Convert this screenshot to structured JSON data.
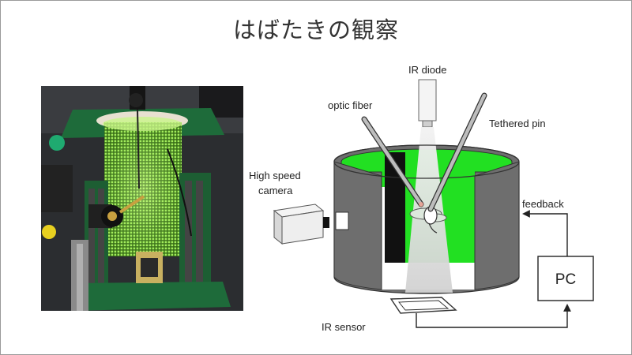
{
  "slide": {
    "title": "はばたきの観察"
  },
  "diagram": {
    "labels": {
      "ir_diode": "IR diode",
      "optic_fiber": "optic fiber",
      "tethered_pin": "Tethered pin",
      "high_speed_line1": "High speed",
      "high_speed_line2": "camera",
      "feedback": "feedback",
      "pc": "PC",
      "ir_sensor": "IR sensor"
    }
  },
  "colors": {
    "arena_green": "#22e022",
    "cylinder_gray": "#6e6e6e",
    "pcb_green": "#1e6b3a",
    "led_glow": "#9ff060"
  }
}
